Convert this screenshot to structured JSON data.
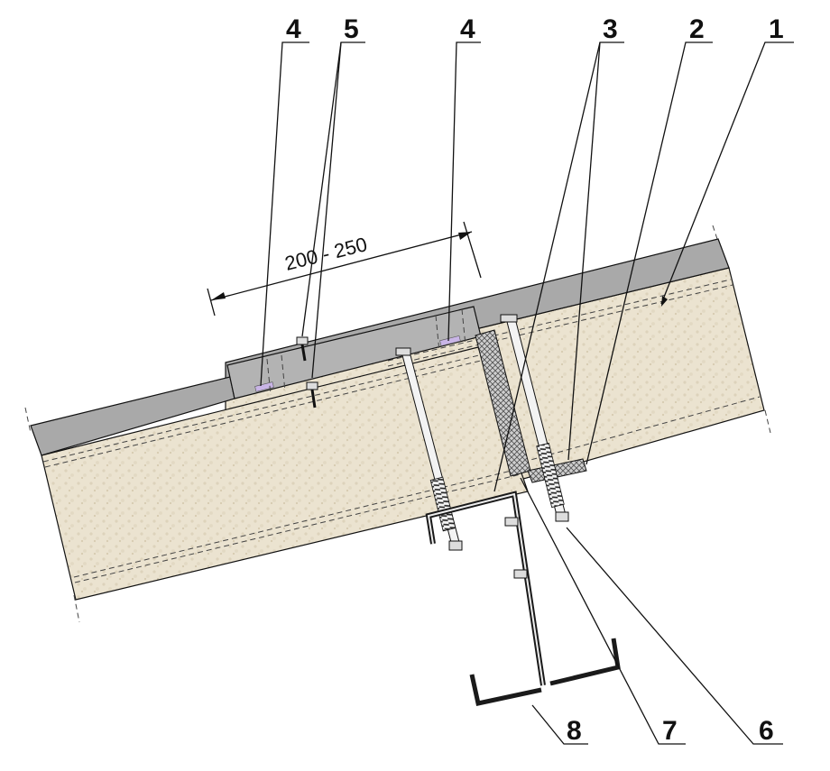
{
  "dimension": {
    "label": "200 - 250"
  },
  "callouts": [
    {
      "id": "c1",
      "number": "1"
    },
    {
      "id": "c2",
      "number": "2"
    },
    {
      "id": "c3",
      "number": "3"
    },
    {
      "id": "c4a",
      "number": "4"
    },
    {
      "id": "c4b",
      "number": "4"
    },
    {
      "id": "c5",
      "number": "5"
    },
    {
      "id": "c6",
      "number": "6"
    },
    {
      "id": "c7",
      "number": "7"
    },
    {
      "id": "c8",
      "number": "8"
    }
  ],
  "colors": {
    "insulation": "#ebe3d0",
    "insulation_speck": "#d9cfb6",
    "metal_skin": "#a7a7a7",
    "overlap_plate": "#b6b6b6",
    "steel_profile": "#1a1a1a",
    "gasket_mesh": "#8a8a8a",
    "seal_tape": "#c9b5e6",
    "line": "#111111"
  }
}
